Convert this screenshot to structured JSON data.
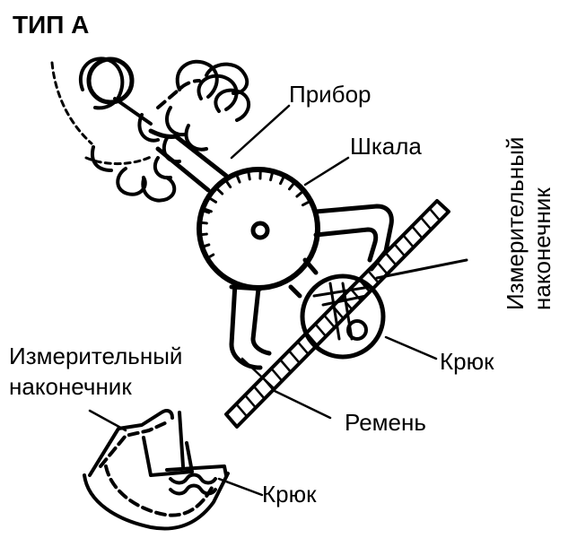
{
  "title": "ТИП А",
  "labels": {
    "device": "Прибор",
    "scale": "Шкала",
    "probe_top_line1": "Измерительный",
    "probe_top_line2": "наконечник",
    "hook_top": "Крюк",
    "probe_bottom_line1": "Измерительный",
    "probe_bottom_line2": "наконечник",
    "belt": "Ремень",
    "hook_bottom": "Крюк"
  },
  "colors": {
    "ink": "#000000",
    "background": "#ffffff"
  }
}
